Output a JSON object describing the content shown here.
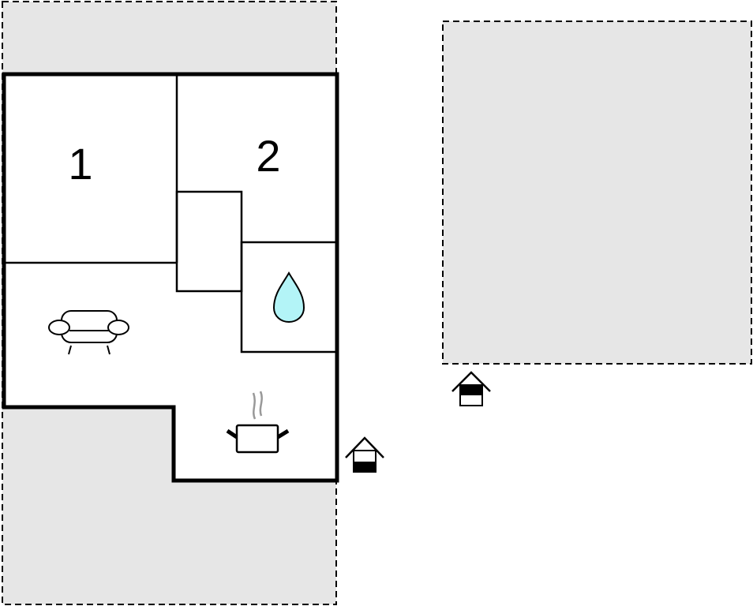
{
  "rooms": [
    {
      "label": "1",
      "type": "bedroom"
    },
    {
      "label": "2",
      "type": "bedroom"
    }
  ],
  "icons": [
    "sofa-icon",
    "water-drop-icon",
    "cooking-pot-icon",
    "entrance-icon"
  ],
  "colors": {
    "outdoor_area": "#e6e6e6",
    "wall": "#000000",
    "water": "#b3f4f7",
    "steam": "#999999"
  }
}
